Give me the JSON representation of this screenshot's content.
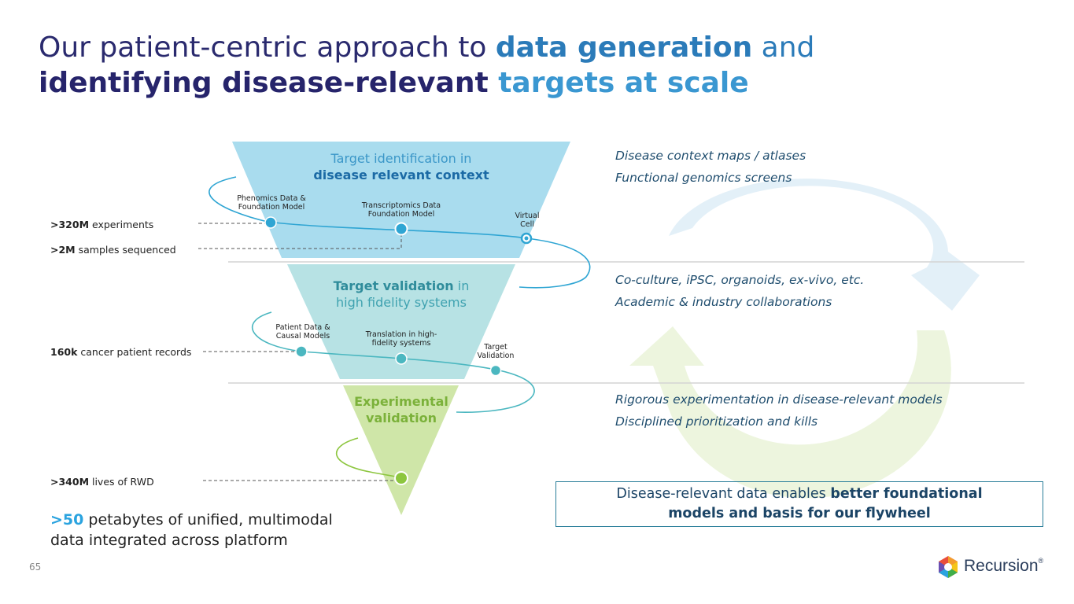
{
  "title": {
    "part1": "Our patient-centric approach to ",
    "part2": "data generation",
    "part3": " and",
    "part4": "identifying disease-relevant ",
    "part5": "targets at scale"
  },
  "stages": [
    {
      "title_a": "Target identification in",
      "title_b": "disease relevant context"
    },
    {
      "title_a": "Target validation",
      "title_a2": " in",
      "title_b": "high fidelity systems"
    },
    {
      "title_a": "Experimental",
      "title_b": "validation"
    }
  ],
  "nodes": [
    {
      "label_1": "Phenomics Data &",
      "label_2": "Foundation Model"
    },
    {
      "label_1": "Transcriptomics Data",
      "label_2": "Foundation Model"
    },
    {
      "label_1": "Virtual",
      "label_2": "Cell"
    },
    {
      "label_1": "Patient Data &",
      "label_2": "Causal Models"
    },
    {
      "label_1": "Translation in high-",
      "label_2": "fidelity systems"
    },
    {
      "label_1": "Target",
      "label_2": "Validation"
    }
  ],
  "metrics": [
    {
      "value": ">320M",
      "text": " experiments"
    },
    {
      "value": ">2M",
      "text": " samples sequenced"
    },
    {
      "value": "160k",
      "text": " cancer patient records"
    },
    {
      "value": ">340M",
      "text": " lives of RWD"
    }
  ],
  "right": [
    "Disease context maps / atlases",
    "Functional genomics screens",
    "Co-culture, iPSC, organoids, ex-vivo, etc.",
    "Academic & industry collaborations",
    "Rigorous experimentation in disease-relevant models",
    "Disciplined prioritization and kills"
  ],
  "callout": {
    "line1_plain": "Disease-relevant data enables ",
    "line1_bold": "better foundational",
    "line2_bold": "models and basis for our flywheel"
  },
  "petabytes": {
    "num": ">50",
    "line1": " petabytes of unified, multimodal",
    "line2": "data integrated across platform"
  },
  "page_number": "65",
  "logo_text": "Recursion",
  "logo_mark": "®",
  "colors": {
    "stage1": "#a9dcee",
    "stage2": "#b7e2e4",
    "stage3": "#cfe6a8",
    "accent_blue": "#2aa3df",
    "node_blue": "#2fa5d3",
    "node_teal": "#4bb7c0",
    "node_green": "#8dc63f"
  }
}
